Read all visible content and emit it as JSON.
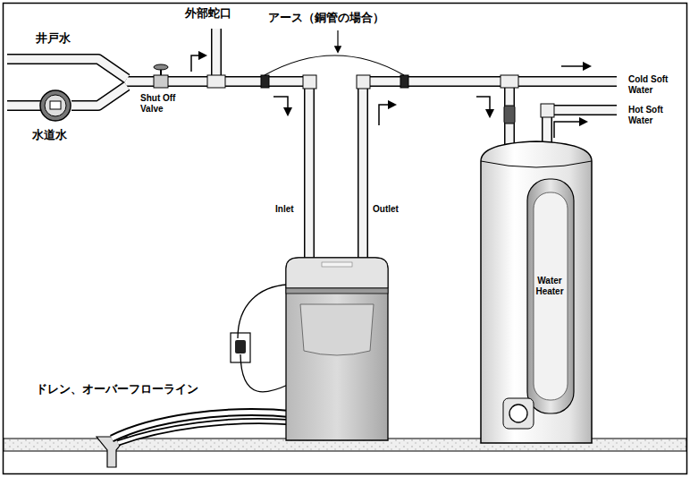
{
  "diagram": {
    "nodes": [
      {
        "text": [
          "Water Heater"
        ]
      }
    ],
    "labels": [
      "外部蛇口",
      "アース（銅管の場合）",
      "井戸水",
      "Shut Off Valve",
      "水道水",
      "Cold Soft Water",
      "Hot Soft Water",
      "Inlet",
      "Outlet",
      "ドレン、オーバーフローライン"
    ]
  }
}
